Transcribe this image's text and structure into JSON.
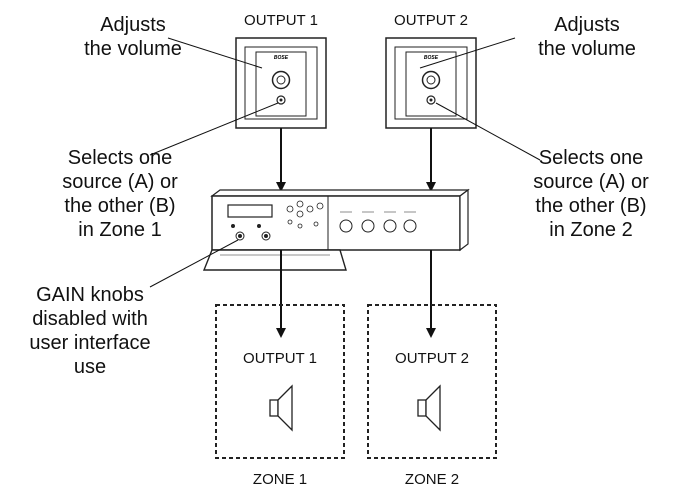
{
  "labels": {
    "output1_top": "OUTPUT 1",
    "output2_top": "OUTPUT 2",
    "adjusts_left_1": "Adjusts",
    "adjusts_left_2": "the volume",
    "adjusts_right_1": "Adjusts",
    "adjusts_right_2": "the volume",
    "selects_left_1": "Selects one",
    "selects_left_2": "source (A) or",
    "selects_left_3": "the other (B)",
    "selects_left_4": "in Zone 1",
    "selects_right_1": "Selects one",
    "selects_right_2": "source (A) or",
    "selects_right_3": "the other (B)",
    "selects_right_4": "in Zone 2",
    "gain_1": "GAIN knobs",
    "gain_2": "disabled with",
    "gain_3": "user interface",
    "gain_4": "use",
    "zone1_output": "OUTPUT 1",
    "zone2_output": "OUTPUT 2",
    "zone1": "ZONE 1",
    "zone2": "ZONE 2",
    "brand": "BOSE"
  }
}
